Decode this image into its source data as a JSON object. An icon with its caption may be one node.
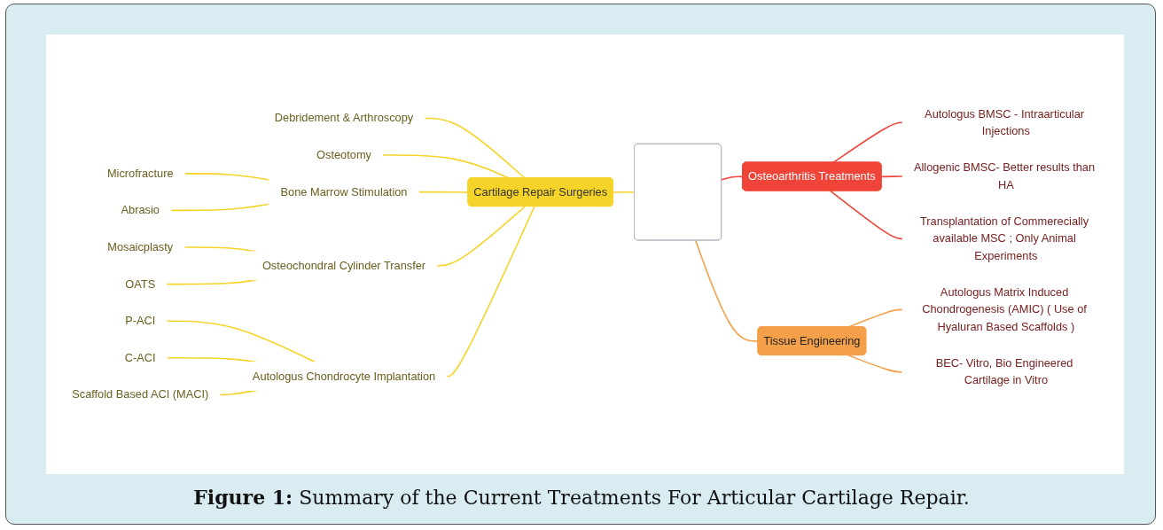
{
  "diagram": {
    "caption": "**Figure 1:** Summary of the Current Treatments For Articular Cartilage Repair.",
    "nodes": [
      {
        "text": [],
        "shape": "box"
      },
      {
        "text": [
          "Cartilage Repair Surgeries"
        ]
      },
      {
        "text": [
          "Debridement & Arthroscopy"
        ]
      },
      {
        "text": [
          "Osteotomy"
        ]
      },
      {
        "text": [
          "Bone Marrow Stimulation"
        ]
      },
      {
        "text": [
          "Microfracture"
        ]
      },
      {
        "text": [
          "Abrasio"
        ]
      },
      {
        "text": [
          "Osteochondral Cylinder Transfer"
        ]
      },
      {
        "text": [
          "Mosaicplasty"
        ]
      },
      {
        "text": [
          "OATS"
        ]
      },
      {
        "text": [
          "Autologus Chondrocyte Implantation"
        ]
      },
      {
        "text": [
          "P-ACI"
        ]
      },
      {
        "text": [
          "C-ACI"
        ]
      },
      {
        "text": [
          "Scaffold Based ACI (MACI)"
        ]
      },
      {
        "text": [
          "Osteoarthritis Treatments"
        ]
      },
      {
        "text": [
          "Autologus BMSC - Intraarticular Injections"
        ]
      },
      {
        "text": [
          "Allogenic BMSC- Better results than HA"
        ]
      },
      {
        "text": [
          "Transplantation of Commerecially available MSC ; Only Animal Experiments"
        ]
      },
      {
        "text": [
          "Tissue Engineering"
        ]
      },
      {
        "text": [
          "Autologus Matrix Induced Chondrogenesis (AMIC) ( Use of Hyaluran Based Scaffolds )"
        ]
      },
      {
        "text": [
          "BEC- Vitro, Bio Engineered Cartilage in Vitro"
        ]
      }
    ],
    "edges": [
      {
        "from": 1,
        "to": 0,
        "arrow": "none"
      },
      {
        "from": 2,
        "to": 1,
        "arrow": "none"
      },
      {
        "from": 3,
        "to": 1,
        "arrow": "none"
      },
      {
        "from": 4,
        "to": 1,
        "arrow": "none"
      },
      {
        "from": 5,
        "to": 4,
        "arrow": "none"
      },
      {
        "from": 6,
        "to": 4,
        "arrow": "none"
      },
      {
        "from": 7,
        "to": 1,
        "arrow": "none"
      },
      {
        "from": 8,
        "to": 7,
        "arrow": "none"
      },
      {
        "from": 9,
        "to": 7,
        "arrow": "none"
      },
      {
        "from": 10,
        "to": 1,
        "arrow": "none"
      },
      {
        "from": 11,
        "to": 10,
        "arrow": "none"
      },
      {
        "from": 12,
        "to": 10,
        "arrow": "none"
      },
      {
        "from": 13,
        "to": 10,
        "arrow": "none"
      },
      {
        "from": 0,
        "to": 14,
        "arrow": "none",
        "color": "#f04438"
      },
      {
        "from": 14,
        "to": 15,
        "arrow": "none",
        "color": "#f04438"
      },
      {
        "from": 14,
        "to": 16,
        "arrow": "none",
        "color": "#f04438"
      },
      {
        "from": 14,
        "to": 17,
        "arrow": "none",
        "color": "#f04438"
      },
      {
        "from": 0,
        "to": 18,
        "arrow": "none",
        "color": "#f4a04a"
      },
      {
        "from": 18,
        "to": 19,
        "arrow": "none",
        "color": "#f4a04a"
      },
      {
        "from": 18,
        "to": 20,
        "arrow": "none",
        "color": "#f4a04a"
      }
    ]
  }
}
